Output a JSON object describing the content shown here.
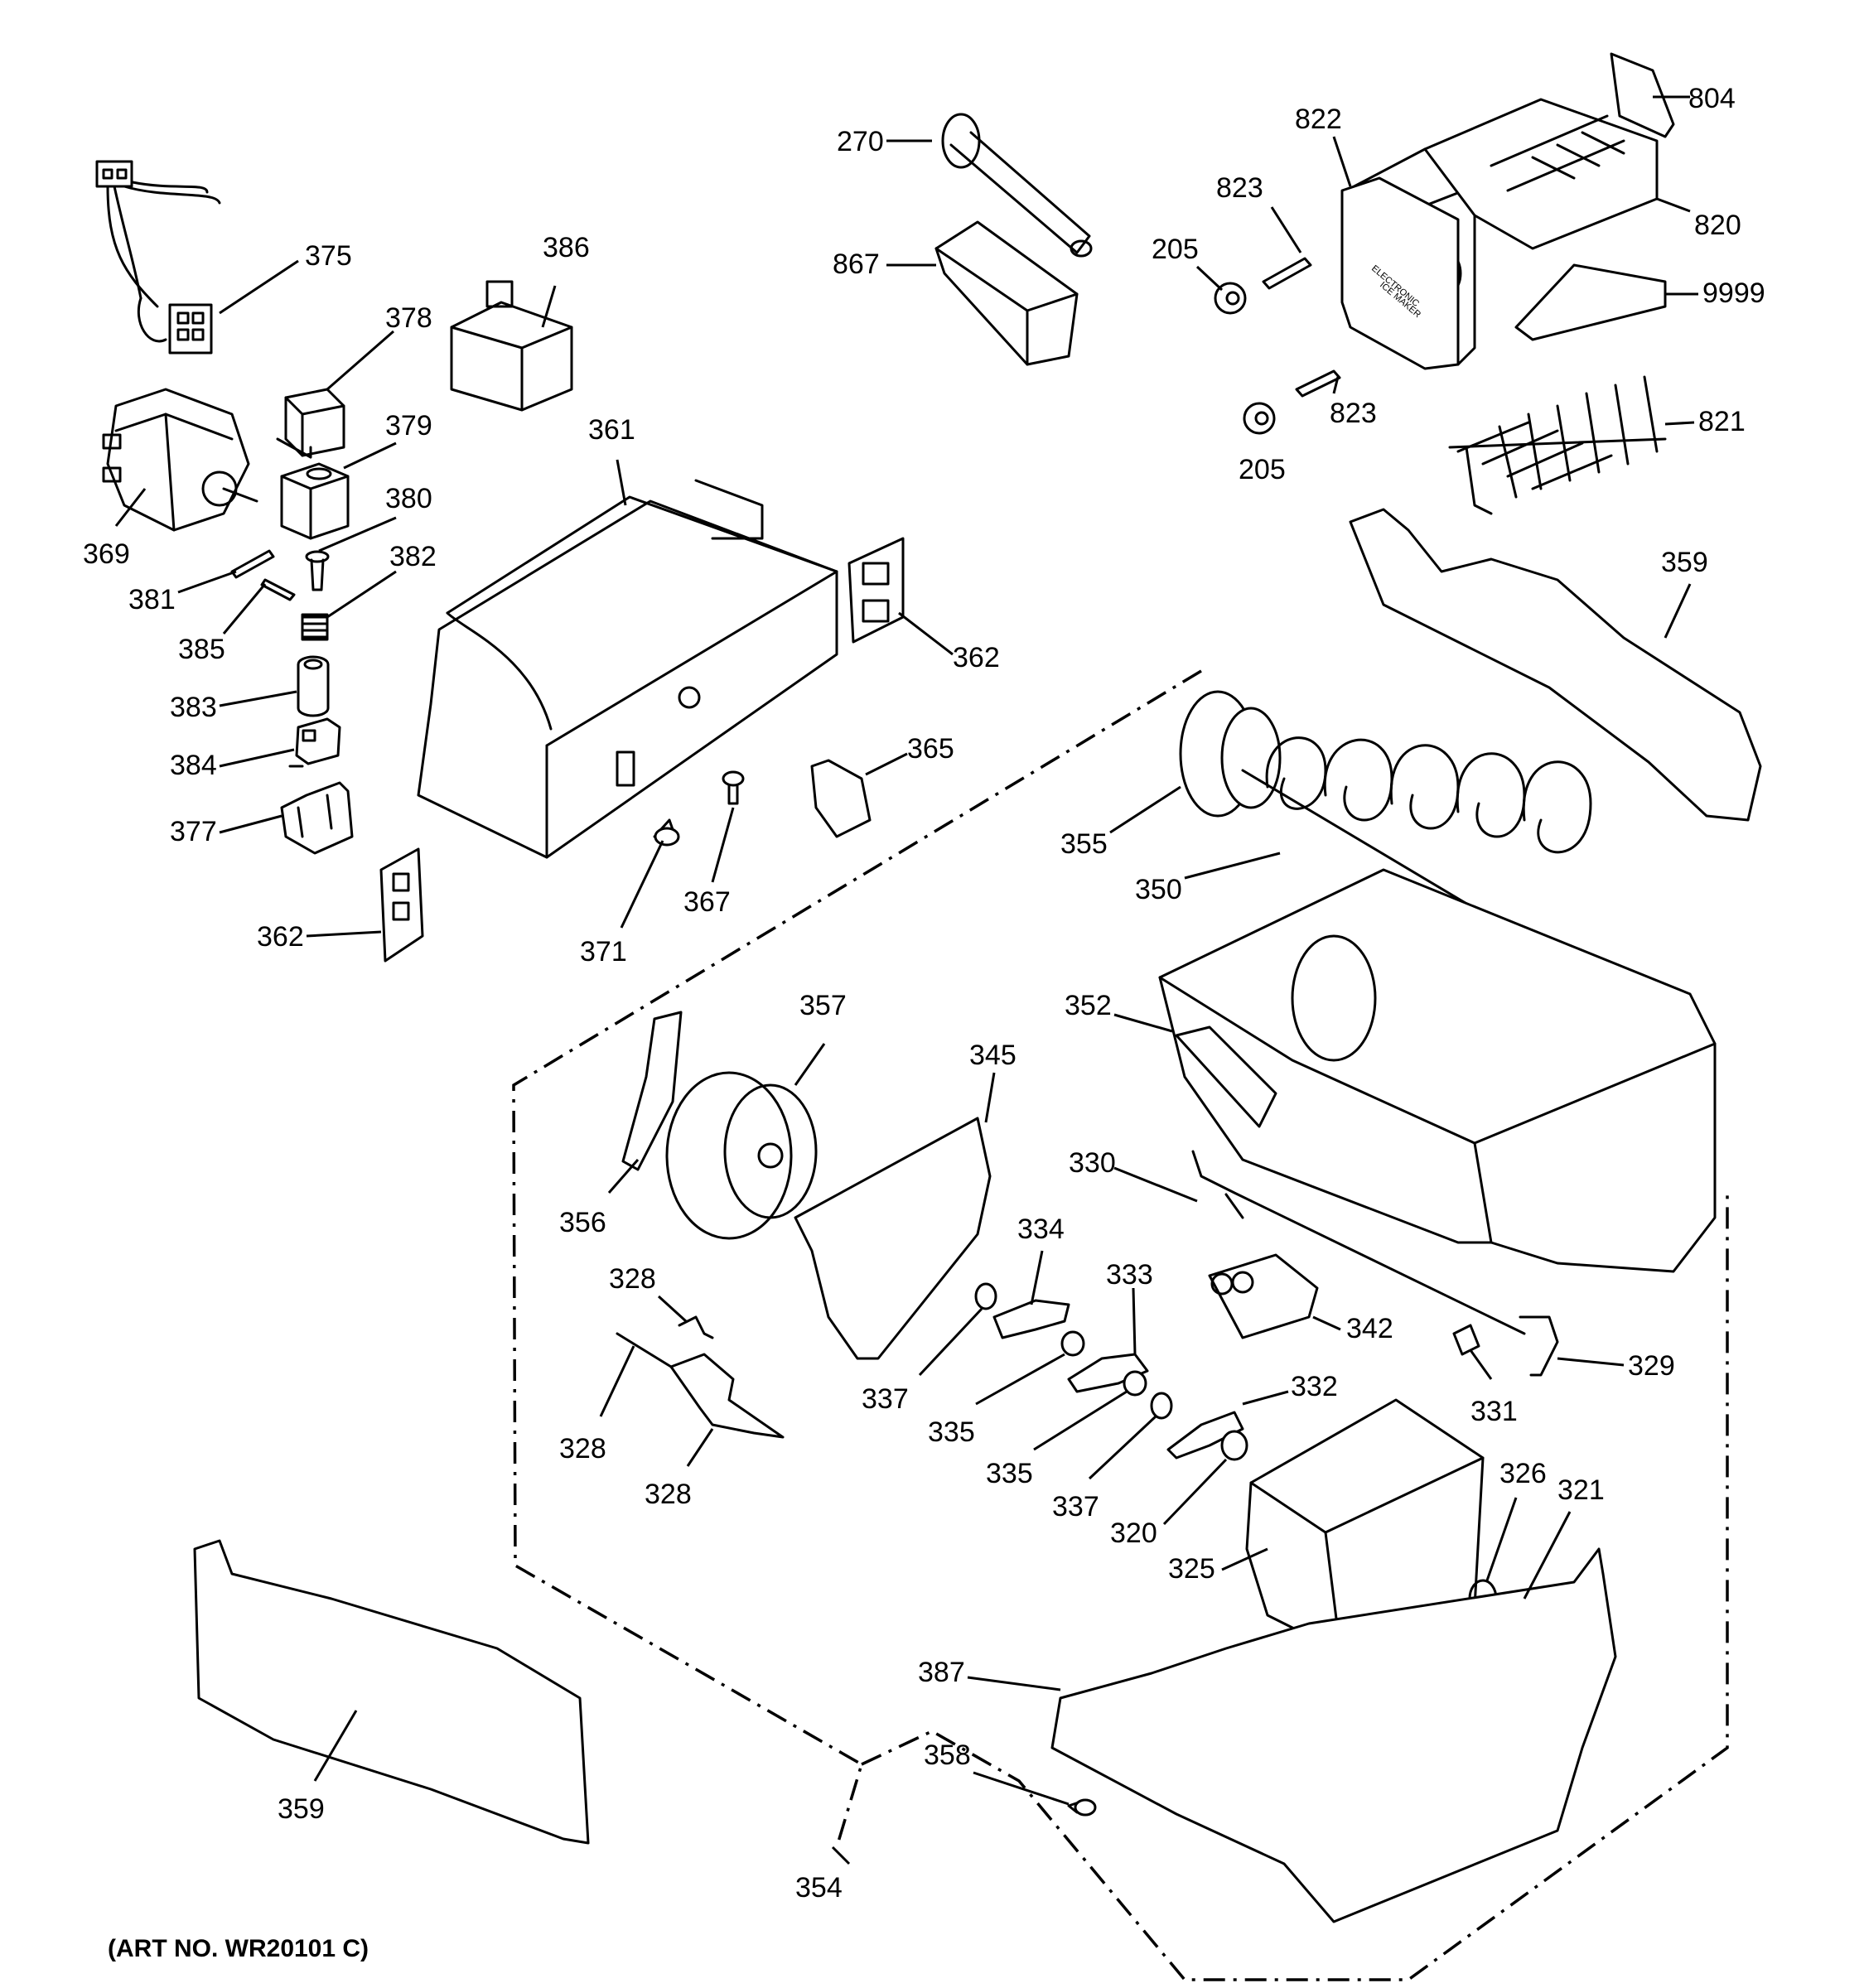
{
  "diagram": {
    "caption": "(ART NO. WR20101 C)",
    "ice_maker_text": [
      "ELECTRONIC",
      "ICE MAKER"
    ],
    "callouts": {
      "c375": "375",
      "c378": "378",
      "c379": "379",
      "c369": "369",
      "c380": "380",
      "c381": "381",
      "c382": "382",
      "c385": "385",
      "c383": "383",
      "c384": "384",
      "c377": "377",
      "c362a": "362",
      "c362b": "362",
      "c386": "386",
      "c361": "361",
      "c365": "365",
      "c367": "367",
      "c371": "371",
      "c270": "270",
      "c867": "867",
      "c822": "822",
      "c823a": "823",
      "c823b": "823",
      "c205a": "205",
      "c205b": "205",
      "c804": "804",
      "c820": "820",
      "c9999": "9999",
      "c821": "821",
      "c359a": "359",
      "c359b": "359",
      "c355": "355",
      "c350": "350",
      "c352": "352",
      "c357": "357",
      "c345": "345",
      "c356": "356",
      "c330": "330",
      "c334": "334",
      "c333": "333",
      "c328a": "328",
      "c328b": "328",
      "c328c": "328",
      "c337a": "337",
      "c337b": "337",
      "c335a": "335",
      "c335b": "335",
      "c332": "332",
      "c342": "342",
      "c329": "329",
      "c331": "331",
      "c326": "326",
      "c321": "321",
      "c320": "320",
      "c325": "325",
      "c387": "387",
      "c358": "358",
      "c354": "354"
    }
  }
}
